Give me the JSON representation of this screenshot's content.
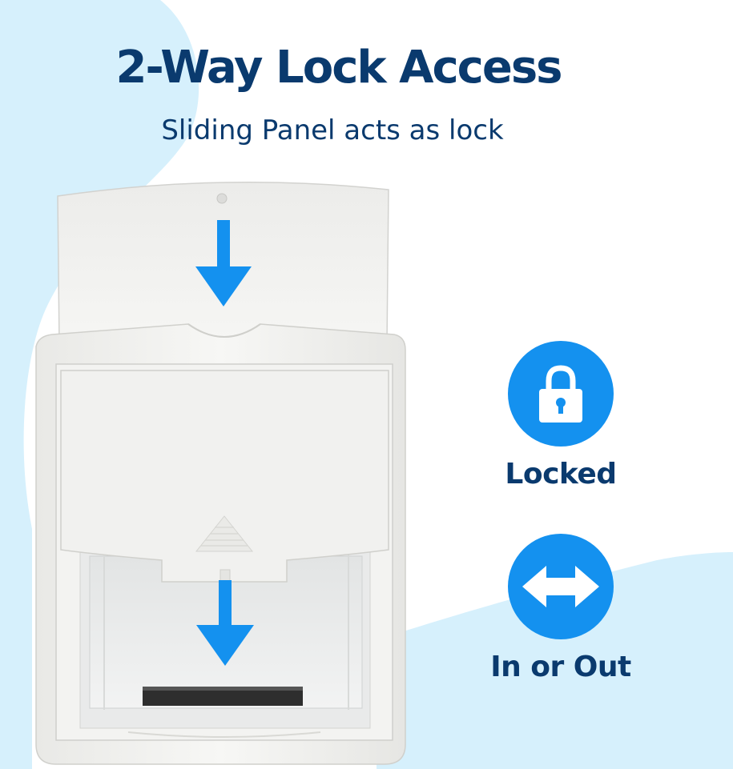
{
  "headline": "2-Way Lock Access",
  "subheadline": "Sliding Panel acts as lock",
  "features": [
    {
      "label": "Locked",
      "icon": "padlock-icon"
    },
    {
      "label": "In or Out",
      "icon": "double-arrow-icon"
    }
  ],
  "colors": {
    "navy_text": "#0a3a6e",
    "accent_blue": "#1491ef",
    "background_blob": "#d6f0fc"
  }
}
